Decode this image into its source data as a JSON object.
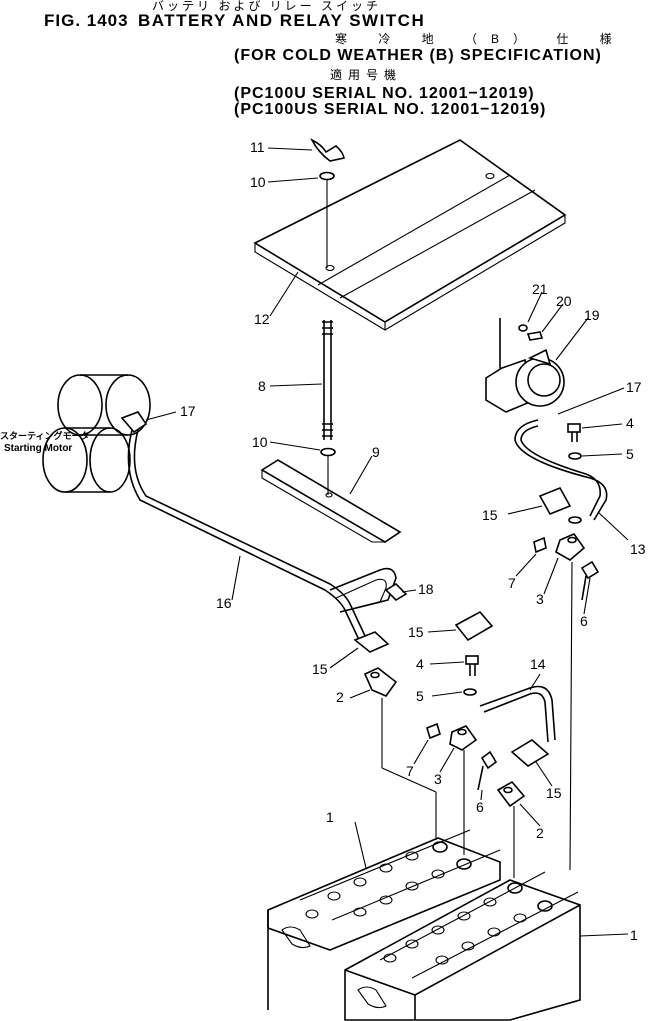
{
  "header": {
    "fig_no": "FIG. 1403",
    "title": "BATTERY AND RELAY SWITCH",
    "title_jp": "バッテリ および リレー スイッチ",
    "spec_jp": "寒 冷 地 （B） 仕 様",
    "spec": "(FOR COLD WEATHER (B) SPECIFICATION)",
    "serial_jp": "適用号機",
    "serial_1": "(PC100U SERIAL NO. 12001−12019)",
    "serial_2": "(PC100US SERIAL NO. 12001−12019)"
  },
  "motor": {
    "label_jp": "スターティングモータ",
    "label_en": "Starting Motor"
  },
  "callouts": [
    "11",
    "10",
    "12",
    "8",
    "10",
    "9",
    "17",
    "16",
    "18",
    "15",
    "15",
    "4",
    "5",
    "2",
    "7",
    "3",
    "6",
    "21",
    "20",
    "19",
    "17",
    "4",
    "5",
    "15",
    "13",
    "7",
    "3",
    "6",
    "14",
    "15",
    "2",
    "1",
    "1"
  ]
}
